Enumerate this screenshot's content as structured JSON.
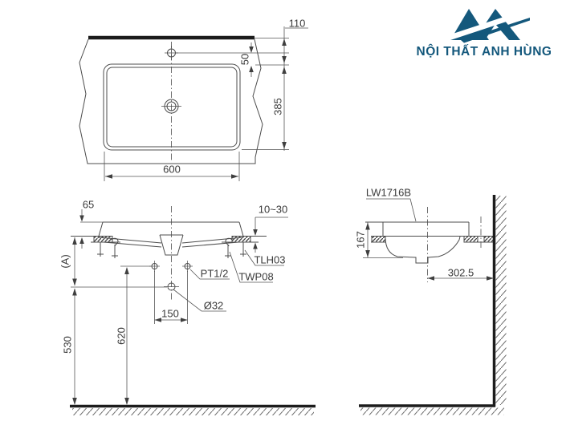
{
  "logo": {
    "brand_text": "NỘI THẤT ANH HÙNG",
    "brand_color": "#14587c"
  },
  "plan_view": {
    "dim_wall_to_rim": "110",
    "dim_faucet_to_rim": "50",
    "dim_depth": "385",
    "dim_width": "600"
  },
  "front_view": {
    "dim_rim_height": "65",
    "dim_counter_thickness": "10~30",
    "dim_a": "(A)",
    "label_bracket": "TLH03",
    "label_bolt_kit": "TWP08",
    "label_supply": "PT1/2",
    "label_drain": "Ø32",
    "dim_supply_spacing": "150",
    "dim_supply_height": "620",
    "dim_drain_height": "530"
  },
  "side_view": {
    "model_label": "LW1716B",
    "dim_bowl_depth": "167",
    "dim_wall_to_drain": "302.5"
  },
  "style": {
    "line_color": "#4c4c4c",
    "text_color": "#3a3a3a"
  }
}
